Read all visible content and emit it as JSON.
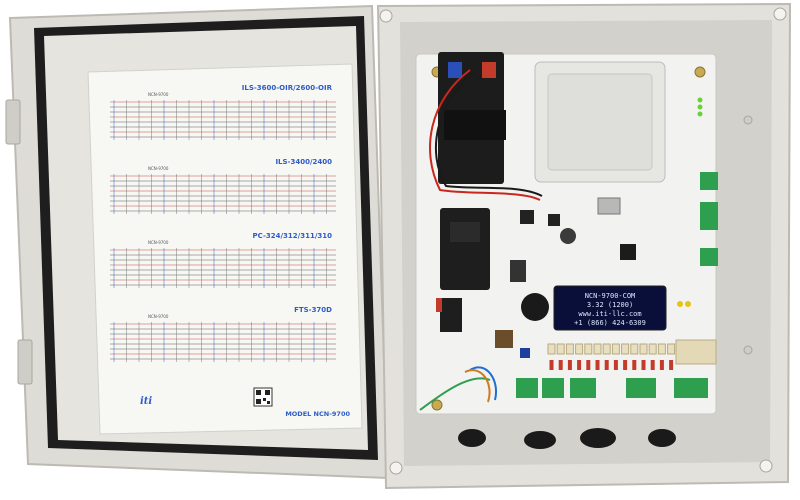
{
  "manual": {
    "sections": [
      {
        "title": "ILS-3600-OIR/2600-OIR"
      },
      {
        "title": "ILS-3400/2400"
      },
      {
        "title": "PC-324/312/311/310"
      },
      {
        "title": "FTS-370D"
      }
    ],
    "sublabels": [
      "NCN-9700",
      "NCN-9700",
      "NCN-9700",
      "NCN-9700"
    ],
    "model_label": "MODEL NCN-9700",
    "brand": "iti"
  },
  "display": {
    "lines": [
      "NCN-9700-COM",
      "3.32 (1200)",
      "www.iti-llc.com",
      "+1 (866) 424-6309"
    ]
  },
  "colors": {
    "enclosure": "#e3e1dc",
    "gasket": "#232323",
    "pcb": "#f2f2f0",
    "terminal_green": "#2e9e4f",
    "display_bg": "#0a0f3a",
    "display_text": "#d9e6ff",
    "manual_blue": "#2e5cc7"
  }
}
